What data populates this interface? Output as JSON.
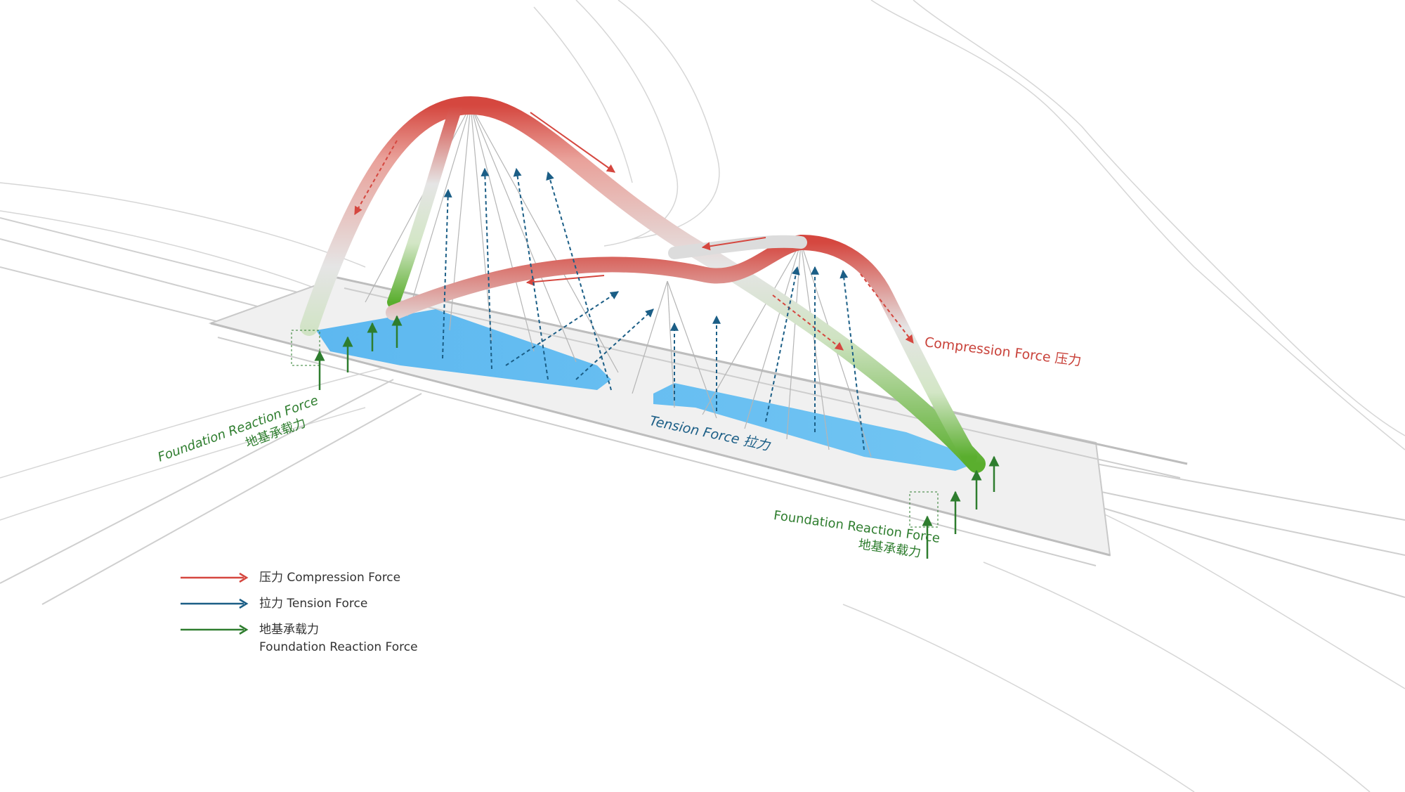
{
  "colors": {
    "compression": "#d5473f",
    "tension": "#1b5e86",
    "foundation": "#2e7d2e",
    "deck_band": "#43aef0",
    "structure": "#d9d9d9"
  },
  "labels": {
    "compression": "Compression Force 压力",
    "tension": "Tension Force 拉力",
    "foundation_en": "Foundation Reaction Force",
    "foundation_zh": "地基承载力"
  },
  "legend": [
    {
      "color_key": "compression",
      "text": "压力 Compression Force",
      "sub": ""
    },
    {
      "color_key": "tension",
      "text": "拉力 Tension Force",
      "sub": ""
    },
    {
      "color_key": "foundation",
      "text": "地基承载力",
      "sub": "Foundation Reaction Force"
    }
  ]
}
